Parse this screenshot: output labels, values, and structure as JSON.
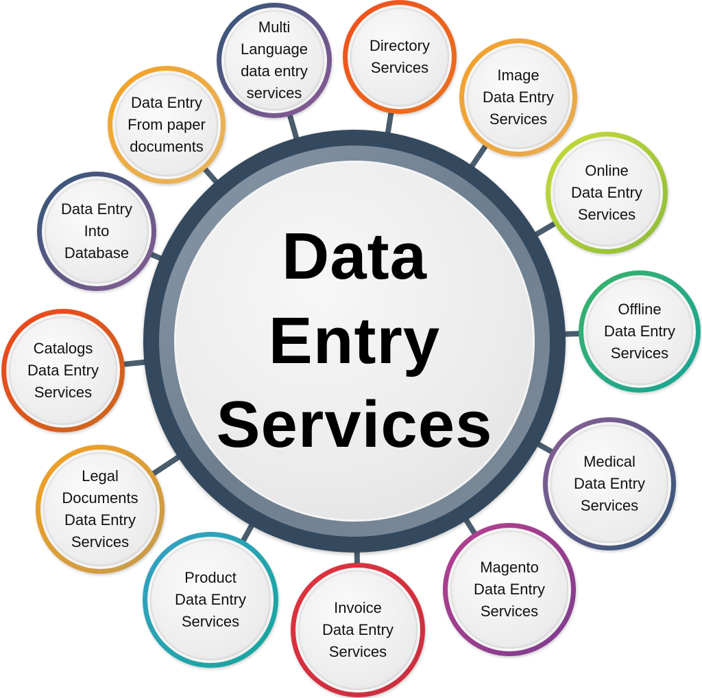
{
  "hub": {
    "title_lines": [
      "Data",
      "Entry",
      "Services"
    ],
    "ring_color": "#34495e",
    "inner_ring_color": "#7a8999",
    "center_color": "#eeeeee"
  },
  "nodes": [
    {
      "id": "multi-language",
      "label": "Multi\nLanguage\ndata entry\nservices",
      "color_a": "#2f5577",
      "color_b": "#8e5a96"
    },
    {
      "id": "directory",
      "label": "Directory\nServices",
      "color_a": "#f04e1c",
      "color_b": "#e8731e"
    },
    {
      "id": "image",
      "label": "Image\nData Entry\nServices",
      "color_a": "#f4a12a",
      "color_b": "#e8ab52"
    },
    {
      "id": "online",
      "label": "Online\nData Entry\nServices",
      "color_a": "#c6dc3a",
      "color_b": "#8dbb3a"
    },
    {
      "id": "offline",
      "label": "Offline\nData Entry\nServices",
      "color_a": "#3bb26a",
      "color_b": "#17a497"
    },
    {
      "id": "medical",
      "label": "Medical\nData Entry\nServices",
      "color_a": "#8d5f96",
      "color_b": "#2f5577"
    },
    {
      "id": "magento",
      "label": "Magento\nData Entry\nServices",
      "color_a": "#b83f8f",
      "color_b": "#7c3d8d"
    },
    {
      "id": "invoice",
      "label": "Invoice\nData Entry\nServices",
      "color_a": "#e0313d",
      "color_b": "#c83040"
    },
    {
      "id": "product",
      "label": "Product\nData Entry\nServices",
      "color_a": "#36a0c5",
      "color_b": "#15a69a"
    },
    {
      "id": "legal",
      "label": "Legal\nDocuments\nData Entry\nServices",
      "color_a": "#f4a020",
      "color_b": "#c39b50"
    },
    {
      "id": "catalogs",
      "label": "Catalogs\nData Entry\nServices",
      "color_a": "#f0441c",
      "color_b": "#c86a1e"
    },
    {
      "id": "database",
      "label": "Data Entry\nInto\nDatabase",
      "color_a": "#2f5577",
      "color_b": "#8a5d94"
    },
    {
      "id": "paper",
      "label": "Data Entry\nFrom paper\ndocuments",
      "color_a": "#f4a020",
      "color_b": "#e6b865"
    }
  ]
}
